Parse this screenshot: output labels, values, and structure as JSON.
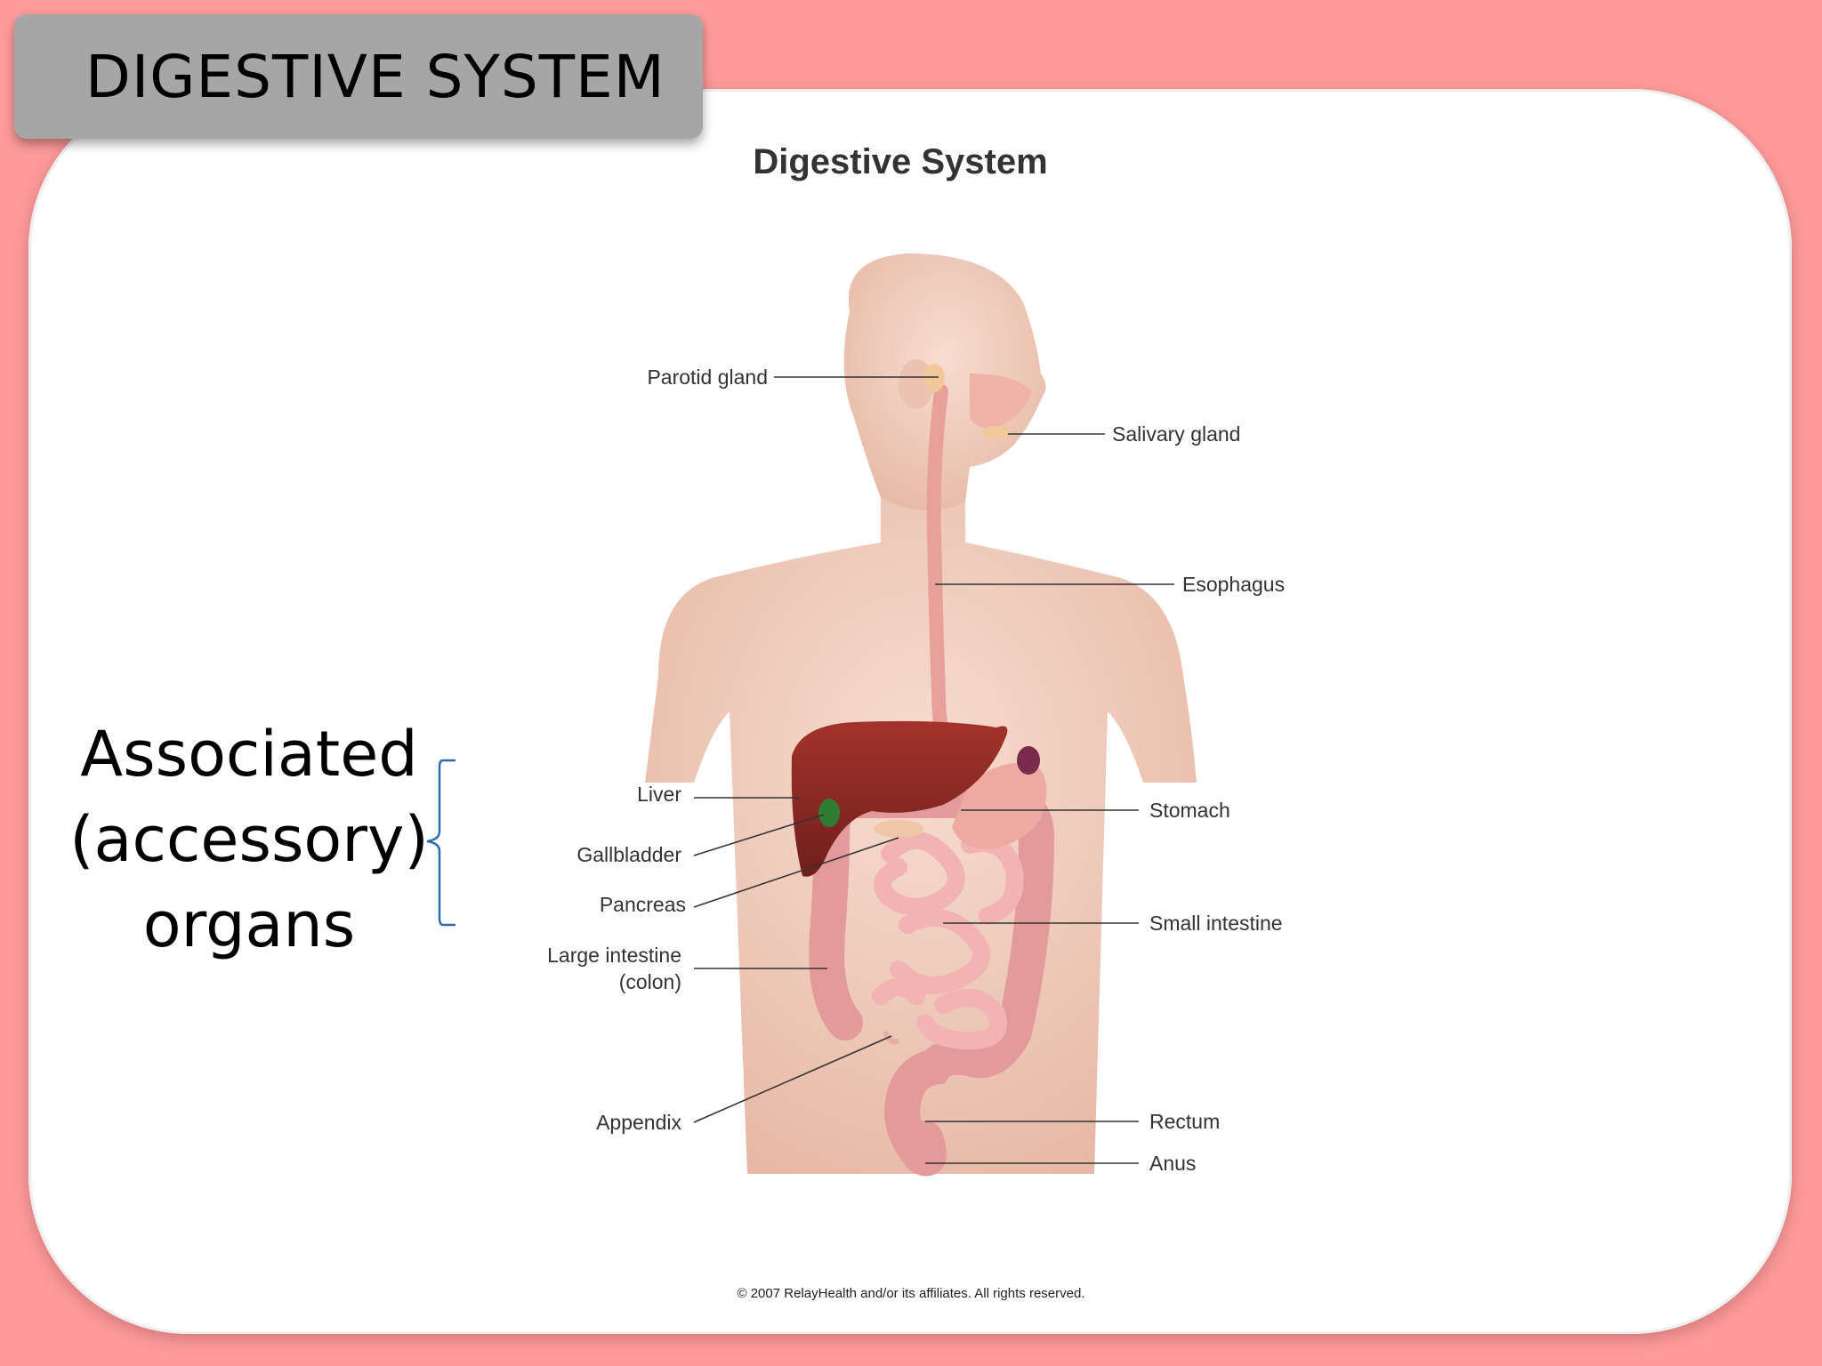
{
  "slide": {
    "heading": "DIGESTIVE SYSTEM",
    "figure_title": "Digestive System",
    "side_note": {
      "line1": "Associated",
      "line2": "(accessory)",
      "line3": "organs"
    },
    "copyright": "© 2007 RelayHealth and/or its affiliates.  All rights reserved."
  },
  "labels": {
    "parotid_gland": "Parotid gland",
    "salivary_gland": "Salivary gland",
    "esophagus": "Esophagus",
    "liver": "Liver",
    "stomach": "Stomach",
    "gallbladder": "Gallbladder",
    "pancreas": "Pancreas",
    "small_intestine": "Small intestine",
    "large_intestine_1": "Large intestine",
    "large_intestine_2": "(colon)",
    "appendix": "Appendix",
    "rectum": "Rectum",
    "anus": "Anus"
  },
  "colors": {
    "background": "#ff9b9b",
    "card": "#ffffff",
    "tab": "#a6a6a6",
    "skin": "#f2cdbd",
    "liver": "#8b2b26",
    "gallbladder": "#2e7d32",
    "intestine": "#e9a3a3",
    "bracket": "#2e6bb0"
  }
}
